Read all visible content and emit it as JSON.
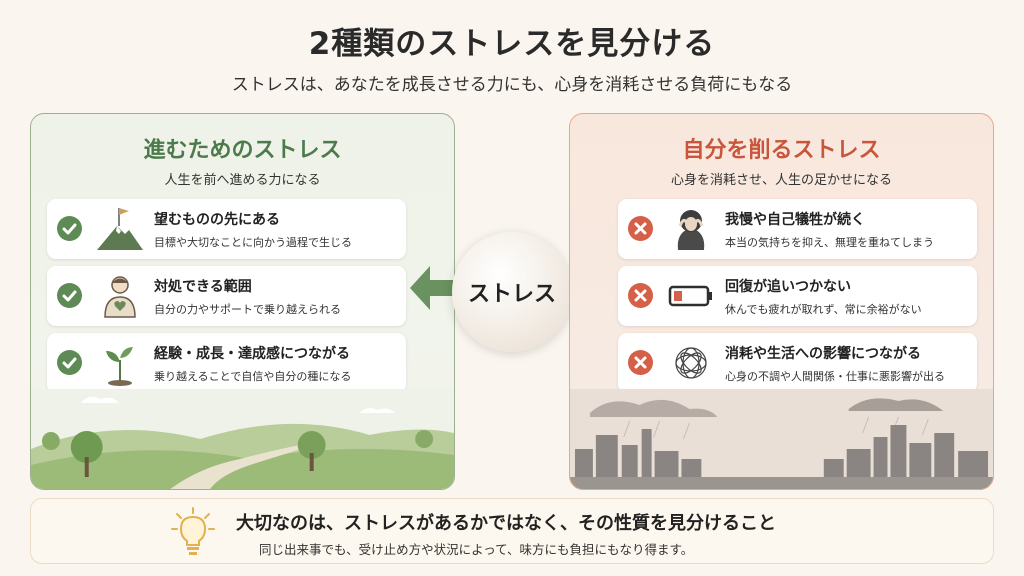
{
  "header": {
    "title": "2種類のストレスを見分ける",
    "subtitle": "ストレスは、あなたを成長させる力にも、心身を消耗させる負荷にもなる"
  },
  "left": {
    "title": "進むためのストレス",
    "subtitle": "人生を前へ進める力になる",
    "items": [
      {
        "title": "望むものの先にある",
        "desc": "目標や大切なことに向かう過程で生じる",
        "icon": "mountain-flag-icon"
      },
      {
        "title": "対処できる範囲",
        "desc": "自分の力やサポートで乗り越えられる",
        "icon": "person-heart-icon"
      },
      {
        "title": "経験・成長・達成感につながる",
        "desc": "乗り越えることで自信や自分の種になる",
        "icon": "sprout-icon"
      }
    ]
  },
  "right": {
    "title": "自分を削るストレス",
    "subtitle": "心身を消耗させ、人生の足かせになる",
    "items": [
      {
        "title": "我慢や自己犠牲が続く",
        "desc": "本当の気持ちを抑え、無理を重ねてしまう",
        "icon": "distressed-person-icon"
      },
      {
        "title": "回復が追いつかない",
        "desc": "休んでも疲れが取れず、常に余裕がない",
        "icon": "low-battery-icon"
      },
      {
        "title": "消耗や生活への影響につながる",
        "desc": "心身の不調や人間関係・仕事に悪影響が出る",
        "icon": "tangled-thread-icon"
      }
    ]
  },
  "center": {
    "label": "ストレス"
  },
  "footer": {
    "title": "大切なのは、ストレスがあるかではなく、その性質を見分けること",
    "subtitle": "同じ出来事でも、受け止め方や状況によって、味方にも負担にもなり得ます。"
  },
  "colors": {
    "positive": "#5e8b55",
    "negative": "#d55f47",
    "background": "#faf6ef"
  }
}
